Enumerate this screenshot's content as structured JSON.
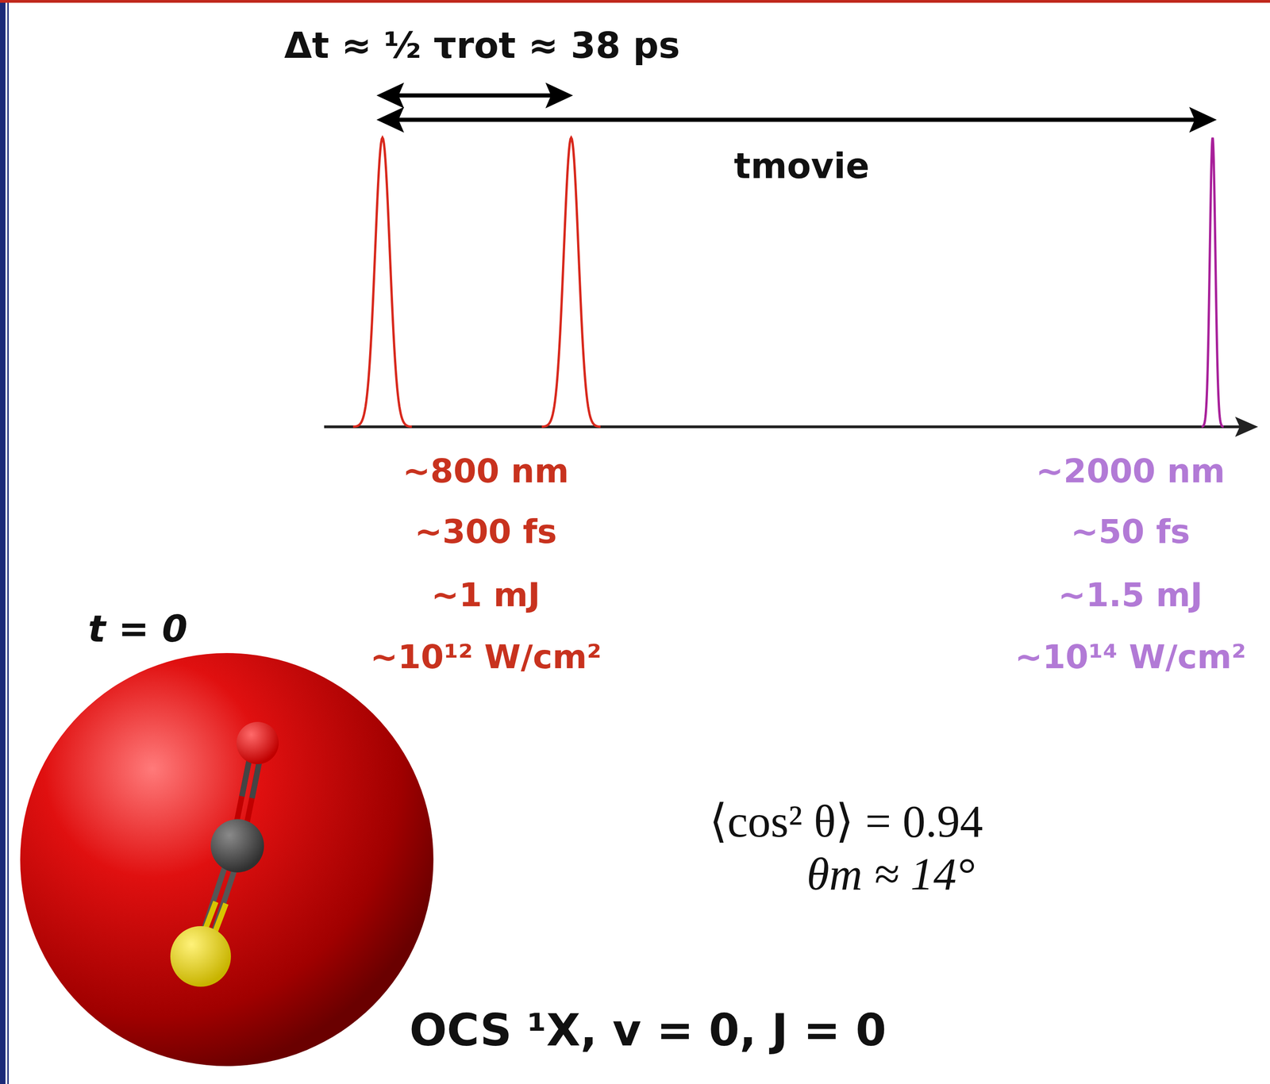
{
  "diagram": {
    "labels": [
      "Δt ≈ ½ τrot ≈ 38 ps",
      "tmovie",
      "~800 nm",
      "~300 fs",
      "~1 mJ",
      "~10¹² W/cm²",
      "~2000 nm",
      "~50 fs",
      "~1.5 mJ",
      "~10¹⁴ W/cm²",
      "t = 0",
      "⟨cos² θ⟩ = 0.94",
      "θm ≈ 14°",
      "OCS ¹X, v = 0, J = 0"
    ]
  }
}
